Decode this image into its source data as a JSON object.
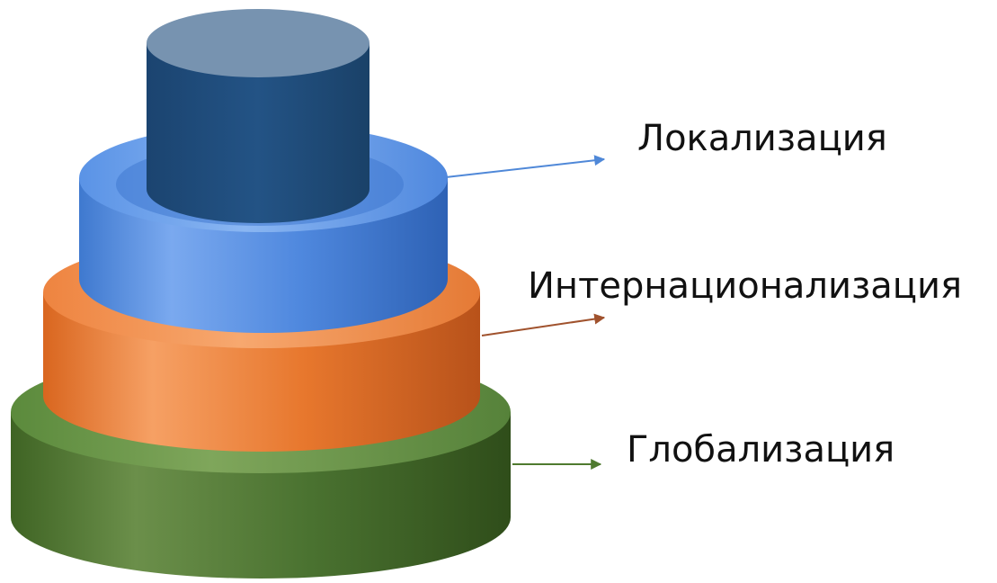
{
  "layers": [
    {
      "id": "globalization",
      "label": "Глобализация",
      "color": "#4f7a2f"
    },
    {
      "id": "internationalization",
      "label": "Интернационализация",
      "color": "#ea7a33"
    },
    {
      "id": "localization",
      "label": "Локализация",
      "color": "#4f88d8"
    },
    {
      "id": "core",
      "label": "",
      "color": "#1f4e79"
    }
  ],
  "arrow_colors": {
    "localization": "#4f88d8",
    "internationalization": "#a0522d",
    "globalization": "#4f7a2f"
  }
}
